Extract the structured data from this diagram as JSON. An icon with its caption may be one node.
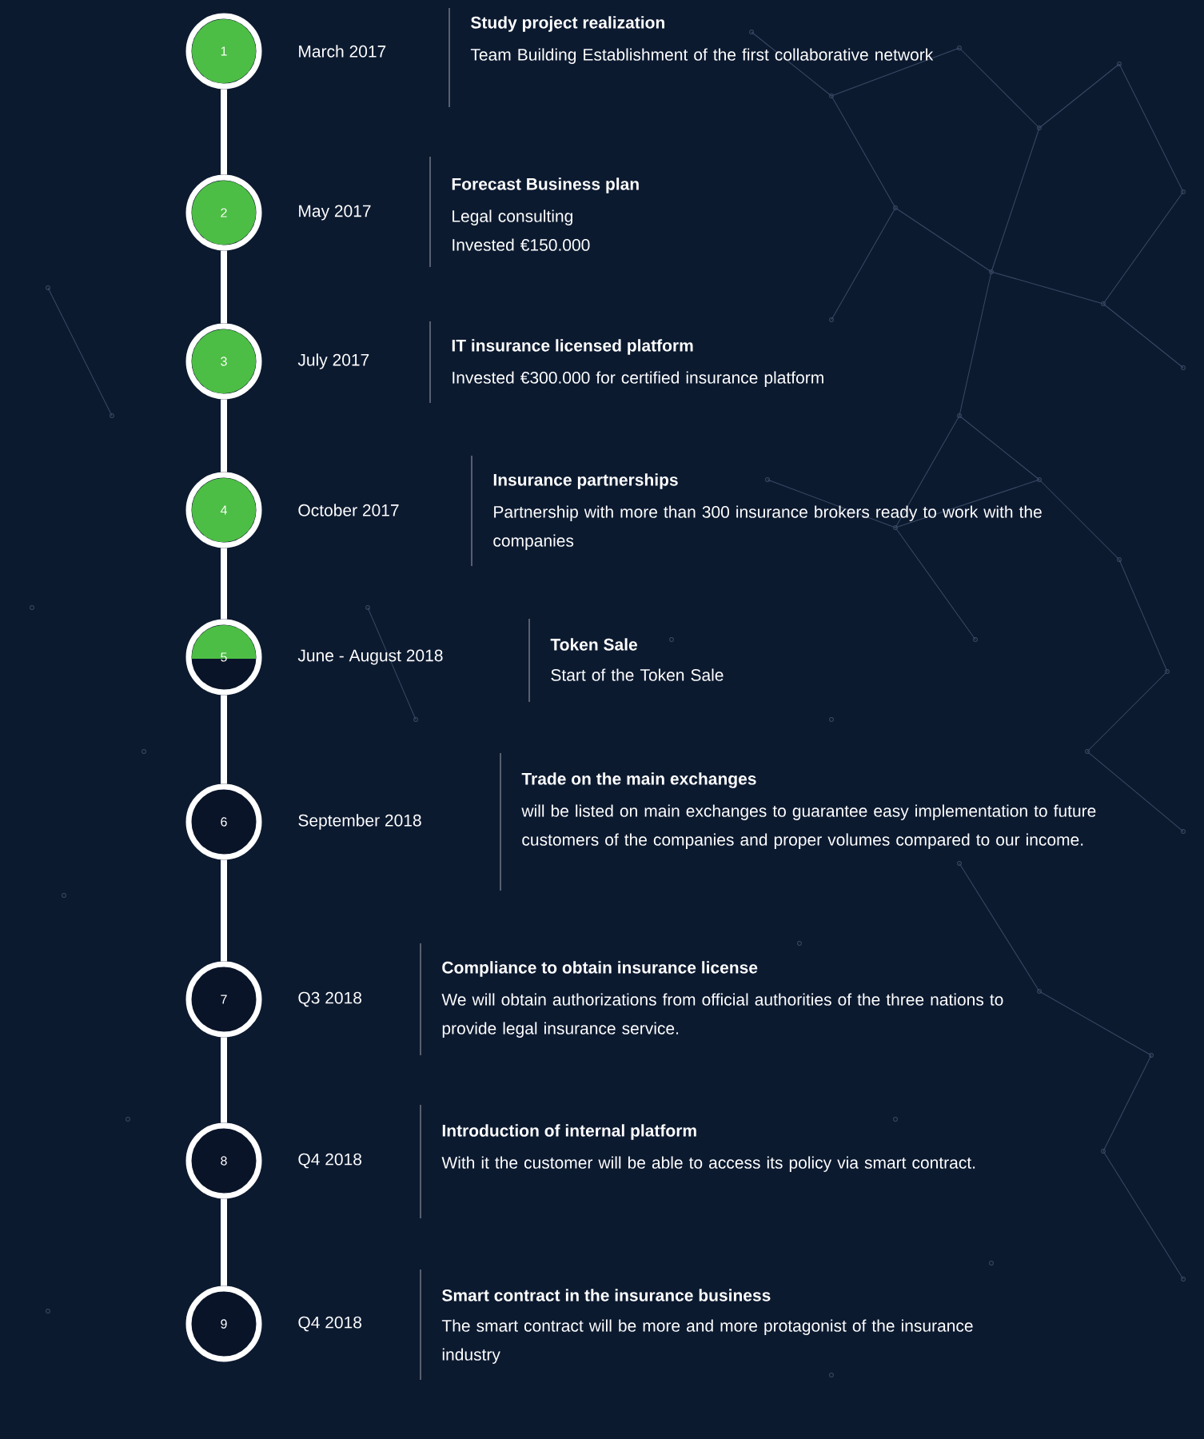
{
  "diagram": {
    "nodes": [
      {
        "text": [
          "1"
        ],
        "beside": [
          "March 2017",
          "Study project realization",
          "Team Building Establishment of the first collaborative network"
        ]
      },
      {
        "text": [
          "2"
        ],
        "beside": [
          "May 2017",
          "Forecast Business plan",
          "Legal consulting",
          "Invested €150.000"
        ]
      },
      {
        "text": [
          "3"
        ],
        "beside": [
          "July 2017",
          "IT insurance licensed platform",
          "Invested €300.000 for certified insurance platform"
        ]
      },
      {
        "text": [
          "4"
        ],
        "beside": [
          "October 2017",
          "Insurance partnerships",
          "Partnership with more than 300 insurance brokers ready to work with the companies"
        ]
      },
      {
        "text": [
          "5"
        ],
        "beside": [
          "June - August 2018",
          "Token Sale",
          "Start of the Token Sale"
        ]
      },
      {
        "text": [
          "6"
        ],
        "beside": [
          "September 2018",
          "Trade on the main exchanges",
          "will be listed on main exchanges to guarantee easy implementation to future customers of the companies and proper volumes compared to our income."
        ]
      },
      {
        "text": [
          "7"
        ],
        "beside": [
          "Q3 2018",
          "Compliance to obtain insurance license",
          "We will obtain authorizations from official authorities of the three nations to provide legal insurance service."
        ]
      },
      {
        "text": [
          "8"
        ],
        "beside": [
          "Q4 2018",
          "Introduction of internal platform",
          "With it the customer will be able to access its policy via smart contract."
        ]
      },
      {
        "text": [
          "9"
        ],
        "beside": [
          "Q4 2018",
          "Smart contract in the insurance business",
          "The smart contract will be more and more protagonist of the insurance industry"
        ]
      }
    ],
    "edges": [
      {
        "from": 0,
        "to": 1,
        "arrow": "none"
      },
      {
        "from": 1,
        "to": 2,
        "arrow": "none"
      },
      {
        "from": 2,
        "to": 3,
        "arrow": "none"
      },
      {
        "from": 3,
        "to": 4,
        "arrow": "none"
      },
      {
        "from": 4,
        "to": 5,
        "arrow": "none"
      },
      {
        "from": 5,
        "to": 6,
        "arrow": "none"
      },
      {
        "from": 6,
        "to": 7,
        "arrow": "none"
      },
      {
        "from": 7,
        "to": 8,
        "arrow": "none"
      }
    ]
  }
}
